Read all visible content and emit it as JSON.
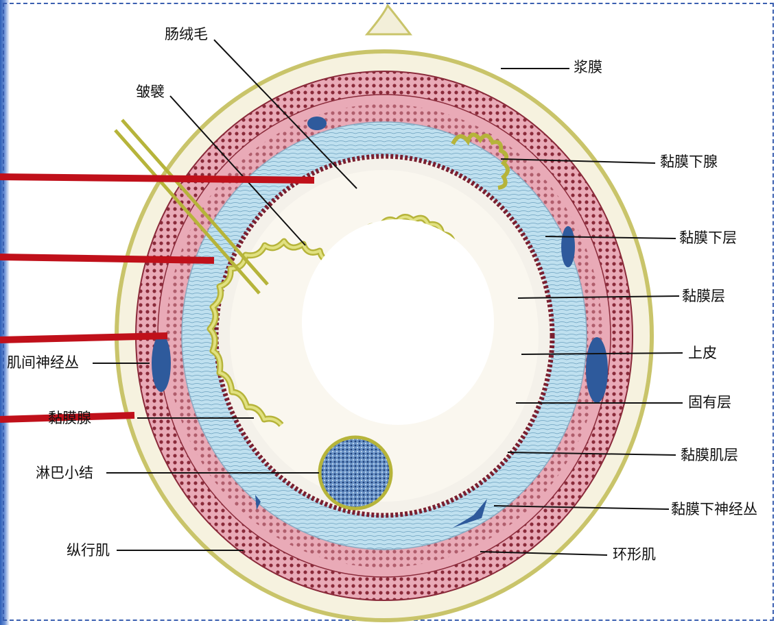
{
  "labels": {
    "villi": "肠绒毛",
    "plica": "皱襞",
    "serosa": "浆膜",
    "submucosal_gland": "黏膜下腺",
    "submucosa": "黏膜下层",
    "mucosa": "黏膜层",
    "epithelium": "上皮",
    "lamina_propria": "固有层",
    "muscularis_mucosae": "黏膜肌层",
    "submucosal_plexus": "黏膜下神经丛",
    "circular_muscle": "环形肌",
    "longitudinal_muscle": "纵行肌",
    "lymph_nodule": "淋巴小结",
    "myenteric_plexus": "肌间神经丛",
    "mucosal_gland": "黏膜腺"
  },
  "colors": {
    "serosa": "#f3efd9",
    "serosa_edge": "#c9c46a",
    "muscle": "#e9aab7",
    "muscle_dots": "#8a2a3a",
    "submucosa": "#bfe0ef",
    "mucosa_outline": "#7a1f30",
    "epithelium": "#d6d96a",
    "epithelium_edge": "#8e8a1f",
    "lymph": "#3f6fb0",
    "nerve": "#2e5a9c",
    "annotation_red": "#c0101a",
    "frame": "#3a5fb0"
  }
}
